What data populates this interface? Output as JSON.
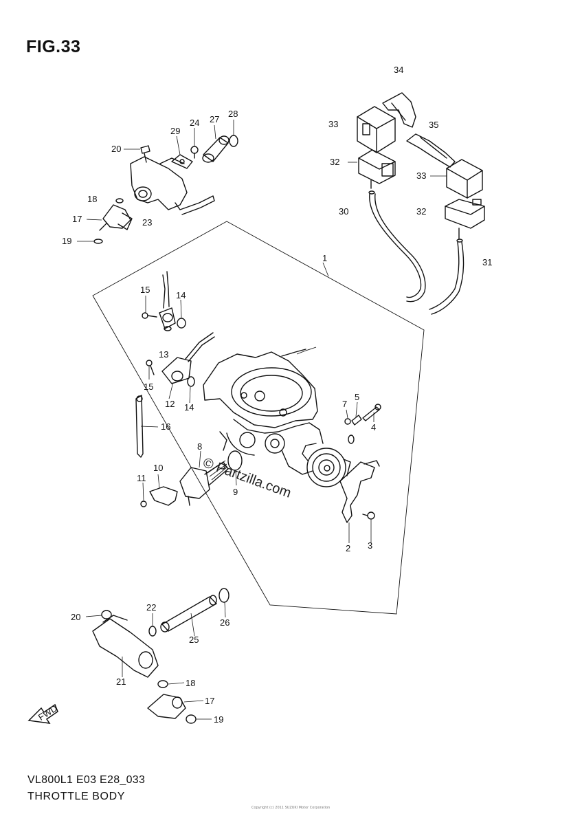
{
  "figure_title": "FIG.33",
  "footer": {
    "model_code": "VL800L1 E03 E28_033",
    "section_name": "THROTTLE BODY",
    "copyright": "Copyright (c) 2011 SUZUKI Motor Corporation"
  },
  "watermark": "© Partzilla.com",
  "callouts": [
    {
      "id": "34",
      "label": "34"
    },
    {
      "id": "33a",
      "label": "33"
    },
    {
      "id": "35",
      "label": "35"
    },
    {
      "id": "32a",
      "label": "32"
    },
    {
      "id": "33b",
      "label": "33"
    },
    {
      "id": "30",
      "label": "30"
    },
    {
      "id": "32b",
      "label": "32"
    },
    {
      "id": "31",
      "label": "31"
    },
    {
      "id": "28",
      "label": "28"
    },
    {
      "id": "27",
      "label": "27"
    },
    {
      "id": "24",
      "label": "24"
    },
    {
      "id": "29",
      "label": "29"
    },
    {
      "id": "20a",
      "label": "20"
    },
    {
      "id": "18a",
      "label": "18"
    },
    {
      "id": "17a",
      "label": "17"
    },
    {
      "id": "23",
      "label": "23"
    },
    {
      "id": "19a",
      "label": "19"
    },
    {
      "id": "1",
      "label": "1"
    },
    {
      "id": "15a",
      "label": "15"
    },
    {
      "id": "14a",
      "label": "14"
    },
    {
      "id": "13",
      "label": "13"
    },
    {
      "id": "15b",
      "label": "15"
    },
    {
      "id": "12",
      "label": "12"
    },
    {
      "id": "14b",
      "label": "14"
    },
    {
      "id": "16",
      "label": "16"
    },
    {
      "id": "7",
      "label": "7"
    },
    {
      "id": "5",
      "label": "5"
    },
    {
      "id": "4",
      "label": "4"
    },
    {
      "id": "8",
      "label": "8"
    },
    {
      "id": "9",
      "label": "9"
    },
    {
      "id": "10",
      "label": "10"
    },
    {
      "id": "11",
      "label": "11"
    },
    {
      "id": "2",
      "label": "2"
    },
    {
      "id": "3",
      "label": "3"
    },
    {
      "id": "20b",
      "label": "20"
    },
    {
      "id": "22",
      "label": "22"
    },
    {
      "id": "26",
      "label": "26"
    },
    {
      "id": "25",
      "label": "25"
    },
    {
      "id": "21",
      "label": "21"
    },
    {
      "id": "18b",
      "label": "18"
    },
    {
      "id": "17b",
      "label": "17"
    },
    {
      "id": "19b",
      "label": "19"
    }
  ],
  "fwd_arrow_label": "FWD"
}
